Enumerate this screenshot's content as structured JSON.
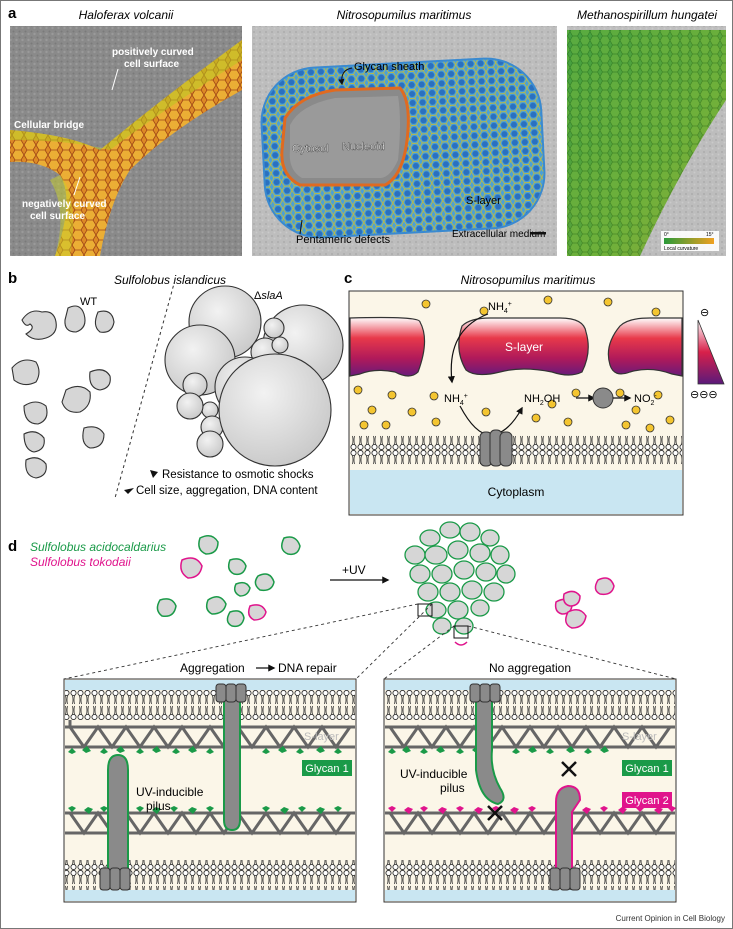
{
  "panel_a": {
    "letter": "a",
    "img1": {
      "title": "Haloferax volcanii",
      "labels": {
        "positive": [
          "positively curved",
          "cell surface"
        ],
        "bridge": "Cellular bridge",
        "negative": [
          "negatively curved",
          "cell surface"
        ]
      }
    },
    "img2": {
      "title": "Nitrosopumilus maritimus",
      "labels": {
        "glycan": "Glycan sheath",
        "cytosol": "Cytosol",
        "nucleoid": "Nucleoid",
        "slayer": "S-layer",
        "defects": "Pentameric defects",
        "medium": "Extracellular medium"
      }
    },
    "img3": {
      "title": "Methanospirillum hungatei",
      "scale_min": "0°",
      "scale_max": "15°",
      "scale_label": "Local curvature"
    }
  },
  "panel_b": {
    "letter": "b",
    "title": "Sulfolobus islandicus",
    "wt": "WT",
    "mutant_prefix": "Δ",
    "mutant_gene": "slaA",
    "up": "Resistance to osmotic shocks",
    "down": "Cell size, aggregation, DNA content"
  },
  "panel_c": {
    "letter": "c",
    "title": "Nitrosopumilus maritimus",
    "slayer": "S-layer",
    "nh4_top": "NH4+",
    "nh4_mid": "NH4+",
    "nh2oh": "NH2OH",
    "no2": "NO2-",
    "cytoplasm": "Cytoplasm",
    "charge_top": "⊖",
    "charge_bottom": "⊖⊖⊖"
  },
  "panel_d": {
    "letter": "d",
    "species1": "Sulfolobus acidocaldarius",
    "species2": "Sulfolobus tokodaii",
    "uv": "+UV",
    "left_title": "Aggregation",
    "left_title2": "DNA repair",
    "right_title": "No aggregation",
    "slayer": "S-layer",
    "glycan1": "Glycan 1",
    "glycan2": "Glycan 2",
    "pilus": [
      "UV-inducible",
      "pilus"
    ],
    "colors": {
      "green": "#1a9a48",
      "magenta": "#e0148c"
    }
  },
  "footer": "Current Opinion in Cell Biology"
}
